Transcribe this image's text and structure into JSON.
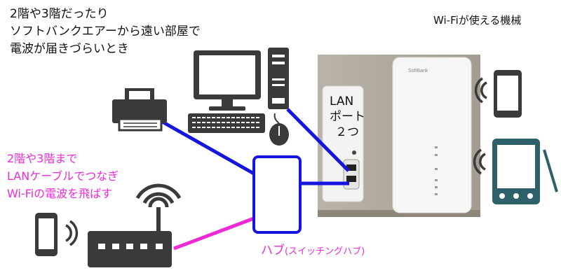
{
  "top_caption": {
    "line1": "2階や3階だったり",
    "line2": "ソフトバンクエアーから遠い部屋で",
    "line3": "電波が届きづらいとき"
  },
  "right_title": "Wi-Fiが使える機械",
  "left_caption": {
    "line1": "2階や3階まで",
    "line2": "LANケーブルでつなぎ",
    "line3": "Wi-Fiの電波を飛ばす"
  },
  "lan_label": {
    "line1": "LAN",
    "line2": "ポート",
    "line3": "２つ"
  },
  "hub_label": {
    "main": "ハブ",
    "sub": "(スイッチングハブ)"
  },
  "router_brand": "SoftBank",
  "colors": {
    "cable_blue": "#1515e0",
    "cable_pink": "#ee2ad6",
    "device_dark": "#333333",
    "tablet_teal": "#2d6068"
  },
  "icons": [
    "desktop-pc-icon",
    "printer-icon",
    "smartphone-icon",
    "tablet-icon",
    "wifi-router-icon",
    "wifi-signal-icon",
    "switching-hub-icon",
    "softbank-air-router"
  ]
}
